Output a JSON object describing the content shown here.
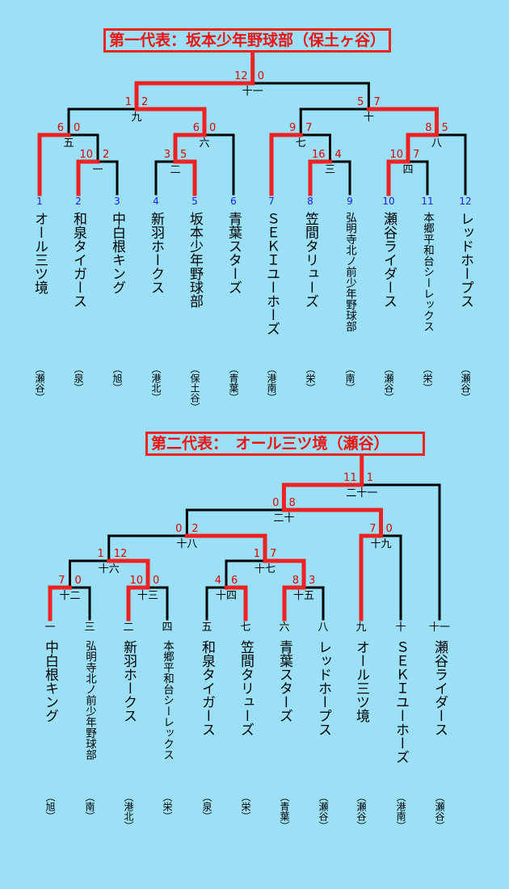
{
  "bracket1": {
    "title": "第一代表：坂本少年野球部（保土ヶ谷）",
    "teams": [
      {
        "num": "1",
        "name": "オール三ツ境",
        "area": "（瀬谷）"
      },
      {
        "num": "2",
        "name": "和泉タイガース",
        "area": "（泉）"
      },
      {
        "num": "3",
        "name": "中白根キング",
        "area": "（旭）"
      },
      {
        "num": "4",
        "name": "新羽ホークス",
        "area": "（港北）"
      },
      {
        "num": "5",
        "name": "坂本少年野球部",
        "area": "（保土谷）"
      },
      {
        "num": "6",
        "name": "青葉スターズ",
        "area": "（青葉）"
      },
      {
        "num": "7",
        "name": "ＳＥＫＩユーホーズ",
        "area": "（港南）"
      },
      {
        "num": "8",
        "name": "笠間タリューズ",
        "area": "（栄）"
      },
      {
        "num": "9",
        "name": "弘明寺北ノ前少年野球部",
        "area": "（南）"
      },
      {
        "num": "10",
        "name": "瀬谷ライダース",
        "area": "（瀬谷）"
      },
      {
        "num": "11",
        "name": "本郷平和台シーレックス",
        "area": "（栄）"
      },
      {
        "num": "12",
        "name": "レッドホープス",
        "area": "（瀬谷）"
      }
    ],
    "games": [
      "一",
      "二",
      "三",
      "四",
      "五",
      "六",
      "七",
      "八",
      "九",
      "十",
      "十一"
    ],
    "scores": [
      {
        "l": "10",
        "r": "2"
      },
      {
        "l": "3",
        "r": "5"
      },
      {
        "l": "16",
        "r": "4"
      },
      {
        "l": "10",
        "r": "7"
      },
      {
        "l": "6",
        "r": "0"
      },
      {
        "l": "6",
        "r": "0"
      },
      {
        "l": "9",
        "r": "7"
      },
      {
        "l": "8",
        "r": "5"
      },
      {
        "l": "1",
        "r": "2"
      },
      {
        "l": "5",
        "r": "7"
      },
      {
        "l": "12",
        "r": "0"
      }
    ]
  },
  "bracket2": {
    "title": "第二代表：　オール三ツ境（瀬谷）",
    "teams": [
      {
        "num": "一",
        "name": "中白根キング",
        "area": "（旭）"
      },
      {
        "num": "三",
        "name": "弘明寺北ノ前少年野球部",
        "area": "（南）"
      },
      {
        "num": "二",
        "name": "新羽ホークス",
        "area": "（港北）"
      },
      {
        "num": "四",
        "name": "本郷平和台シーレックス",
        "area": "（栄）"
      },
      {
        "num": "五",
        "name": "和泉タイガース",
        "area": "（泉）"
      },
      {
        "num": "七",
        "name": "笠間タリューズ",
        "area": "（栄）"
      },
      {
        "num": "六",
        "name": "青葉スターズ",
        "area": "（青葉）"
      },
      {
        "num": "八",
        "name": "レッドホープス",
        "area": "（瀬谷）"
      },
      {
        "num": "九",
        "name": "オール三ツ境",
        "area": "（瀬谷）"
      },
      {
        "num": "十",
        "name": "ＳＥＫＩユーホーズ",
        "area": "（港南）"
      },
      {
        "num": "十一",
        "name": "瀬谷ライダース",
        "area": "（瀬谷）"
      }
    ],
    "games": [
      "十二",
      "十三",
      "十四",
      "十五",
      "十六",
      "十七",
      "十八",
      "十九",
      "二十",
      "二十一"
    ],
    "scores": [
      {
        "l": "7",
        "r": "0"
      },
      {
        "l": "10",
        "r": "0"
      },
      {
        "l": "4",
        "r": "6"
      },
      {
        "l": "8",
        "r": "3"
      },
      {
        "l": "1",
        "r": "12"
      },
      {
        "l": "1",
        "r": "7"
      },
      {
        "l": "0",
        "r": "2"
      },
      {
        "l": "7",
        "r": "0"
      },
      {
        "l": "0",
        "r": "8"
      },
      {
        "l": "11",
        "r": "1"
      }
    ]
  },
  "colors": {
    "background": "#9be0f6",
    "winner_line": "#ee2222",
    "loser_line": "#000000",
    "score": "#dd0000",
    "number": "#1a1aee"
  }
}
